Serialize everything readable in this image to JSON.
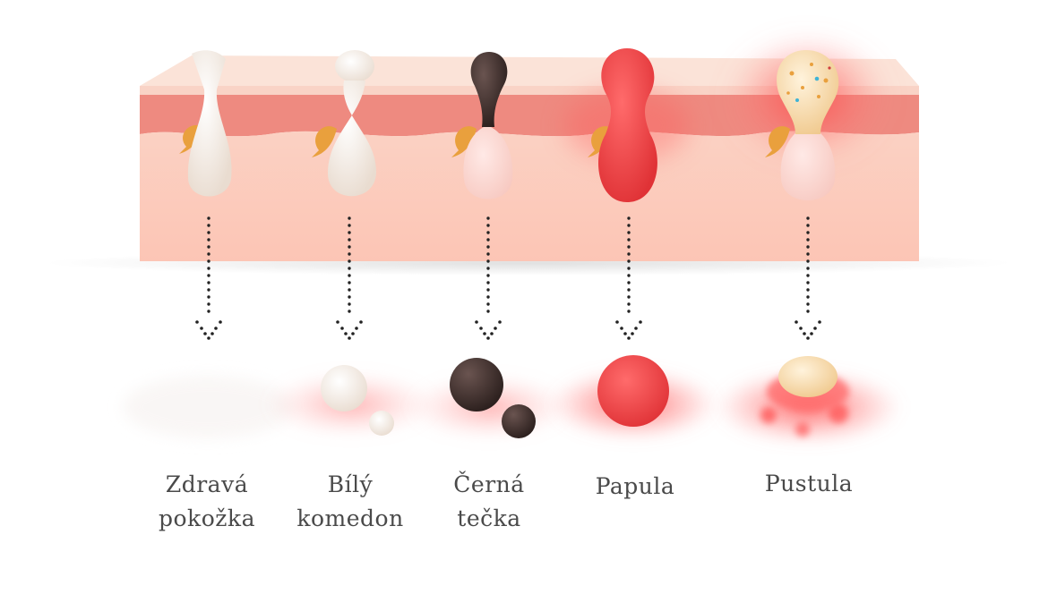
{
  "colors": {
    "skin_surface": "#f9d8cb",
    "skin_top": "#fbe3d8",
    "dermis_band": "#ee8a80",
    "subcutis": "#fbcabd",
    "healthy_follicle": "#f4ece4",
    "whitehead": "#f6eee6",
    "blackhead": "#3a2b28",
    "papule": "#ee4a4a",
    "pustule_pus": "#f4d9a4",
    "gland": "#e9a03d",
    "inflammation": "#ff6e6e"
  },
  "stages": [
    {
      "id": "healthy",
      "icon": "healthy-follicle-icon",
      "label_lines": [
        "Zdravá",
        "pokožka"
      ]
    },
    {
      "id": "whitehead",
      "icon": "whitehead-icon",
      "label_lines": [
        "Bílý",
        "komedon"
      ]
    },
    {
      "id": "blackhead",
      "icon": "blackhead-icon",
      "label_lines": [
        "Černá",
        "tečka"
      ]
    },
    {
      "id": "papule",
      "icon": "papule-icon",
      "label_lines": [
        "Papula"
      ]
    },
    {
      "id": "pustule",
      "icon": "pustule-icon",
      "label_lines": [
        "Pustula"
      ]
    }
  ]
}
